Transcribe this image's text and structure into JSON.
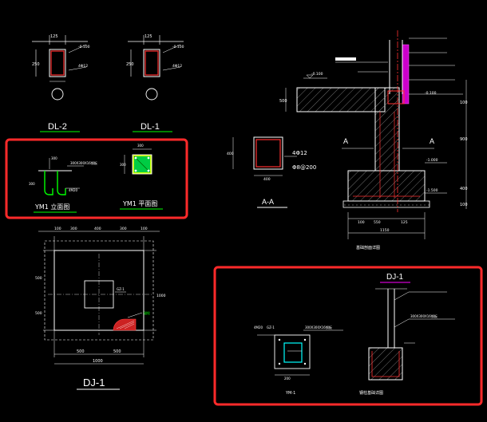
{
  "labels": {
    "dl2": "DL-2",
    "dl1": "DL-1",
    "ym1_elev": "YM1 立面图",
    "ym1_plan": "YM1 平面图",
    "aa": "A-A",
    "dj1_plan": "DJ-1",
    "dj1_detail_title": "DJ-1",
    "ym1_small": "YM-1",
    "col_detail": "钢柱基础详图",
    "section_title": "基础剖面详图",
    "a_left": "A",
    "a_right": "A"
  },
  "dims": {
    "d125": "125",
    "d250": "250",
    "d300": "300",
    "d400": "400",
    "d100": "100",
    "d500": "500",
    "d1000": "1000",
    "d550": "550",
    "d200": "200",
    "d1150": "1150",
    "d150": "150",
    "d900": "900",
    "rebar1": "4Φ12",
    "rebar2": "Φ8@200",
    "elev1": "-0.100",
    "elev2": "-1.500",
    "elev3": "-1.000",
    "bolt": "4M20",
    "plate": "300X300X16钢板",
    "anchor": "锚栓",
    "gz": "GZ-1"
  },
  "colors": {
    "highlight": "#ff2a2a",
    "line": "#ffffff",
    "green": "#00ff00",
    "yellow": "#ffff00",
    "magenta": "#ff00ff",
    "cyan": "#00ffff",
    "hatch": "#8a8a8a"
  }
}
